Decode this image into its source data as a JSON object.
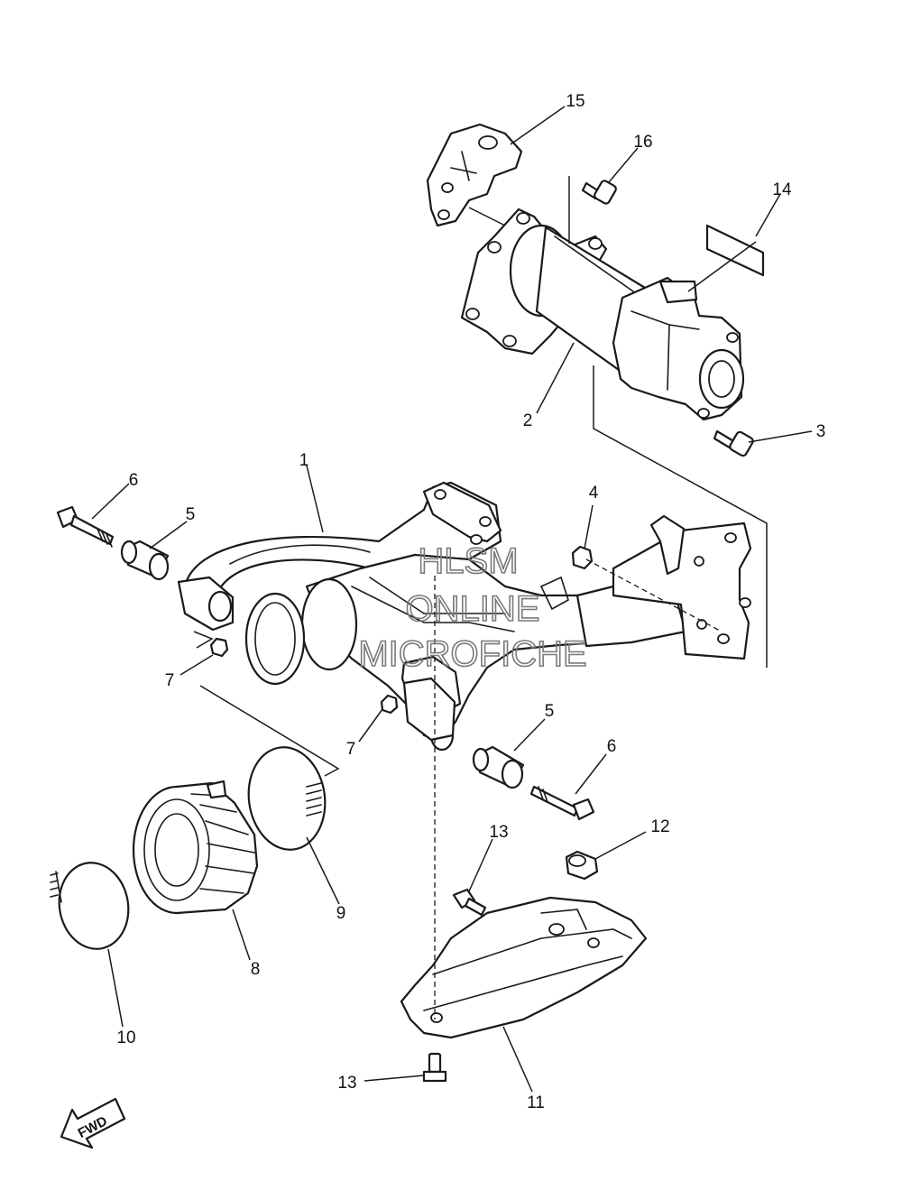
{
  "watermark": {
    "line1": "HLSM",
    "line2": "ONLINE",
    "line3": "MICROFICHE"
  },
  "direction_indicator": "FWD",
  "callouts": [
    {
      "id": "c15",
      "label": "15"
    },
    {
      "id": "c16",
      "label": "16"
    },
    {
      "id": "c14",
      "label": "14"
    },
    {
      "id": "c3",
      "label": "3"
    },
    {
      "id": "c2",
      "label": "2"
    },
    {
      "id": "c1",
      "label": "1"
    },
    {
      "id": "c6a",
      "label": "6"
    },
    {
      "id": "c5a",
      "label": "5"
    },
    {
      "id": "c4",
      "label": "4"
    },
    {
      "id": "c7a",
      "label": "7"
    },
    {
      "id": "c7b",
      "label": "7"
    },
    {
      "id": "c5b",
      "label": "5"
    },
    {
      "id": "c6b",
      "label": "6"
    },
    {
      "id": "c13a",
      "label": "13"
    },
    {
      "id": "c12",
      "label": "12"
    },
    {
      "id": "c9",
      "label": "9"
    },
    {
      "id": "c8",
      "label": "8"
    },
    {
      "id": "c10",
      "label": "10"
    },
    {
      "id": "c13b",
      "label": "13"
    },
    {
      "id": "c11",
      "label": "11"
    }
  ]
}
